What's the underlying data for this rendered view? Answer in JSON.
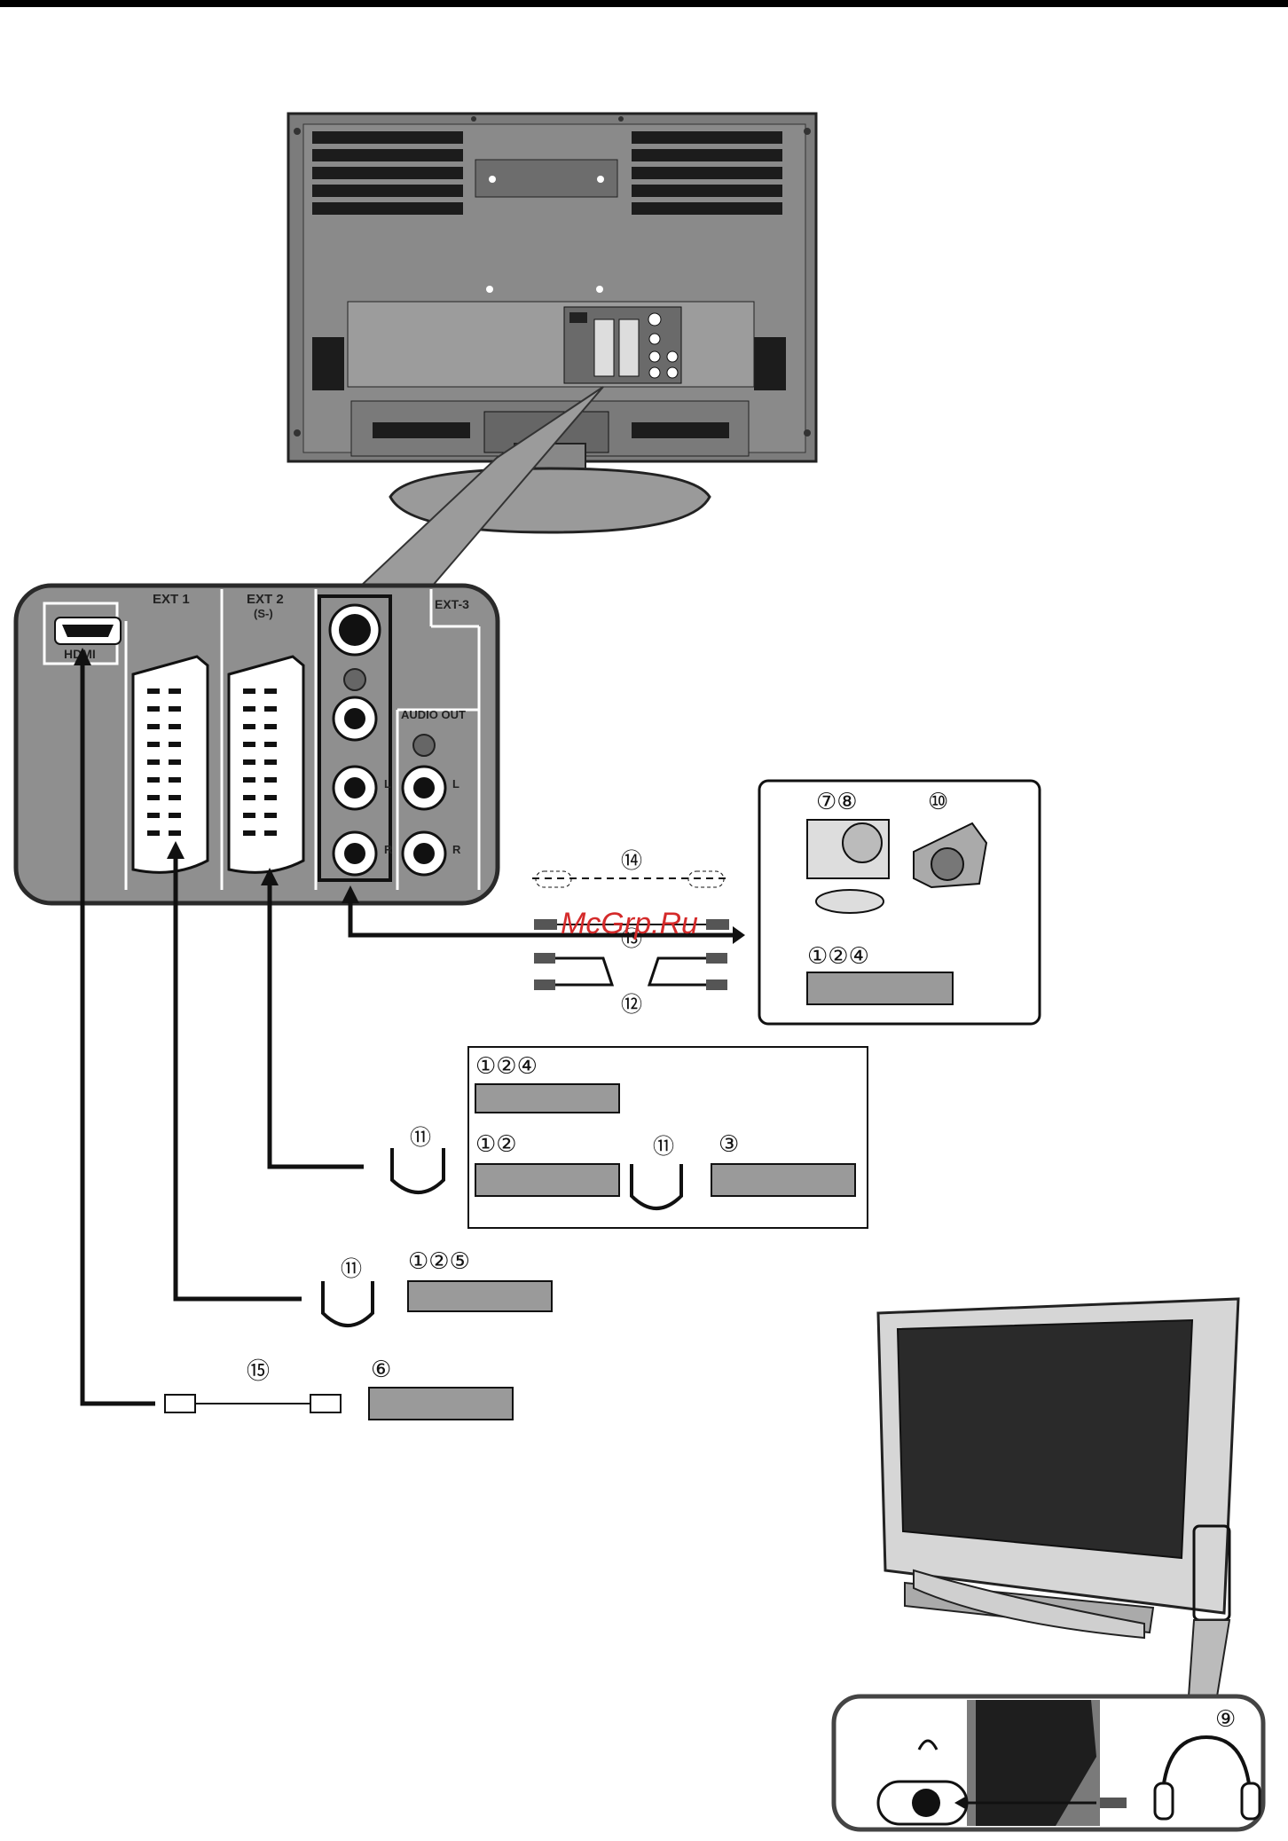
{
  "panel": {
    "hdmi_label": "HDMI",
    "ext1_label": "EXT 1",
    "ext2_label": "EXT 2",
    "ext2_sub": "(S-)",
    "ext3_label": "EXT-3",
    "audio_out_label": "AUDIO OUT",
    "left_label": "L",
    "right_label": "R"
  },
  "devices": {
    "group_top_a": "⑦⑧",
    "group_top_b": "⑩",
    "group_top_c": "①②④",
    "box_a": "①②④",
    "box_b": "①②",
    "box_c": "③",
    "ext1_device": "①②⑤",
    "hdmi_device": "⑥",
    "headphones": "⑨"
  },
  "cables": {
    "c14": "⑭",
    "c13": "⑬",
    "c12": "⑫",
    "c11": "⑪",
    "c15": "⑮"
  },
  "watermark": "McGrp.Ru",
  "colors": {
    "panel_fill": "#8f8f8f",
    "panel_stroke": "#2a2a2a",
    "line": "#111111",
    "device_fill": "#9a9a9a",
    "watermark": "#d42a2a"
  }
}
